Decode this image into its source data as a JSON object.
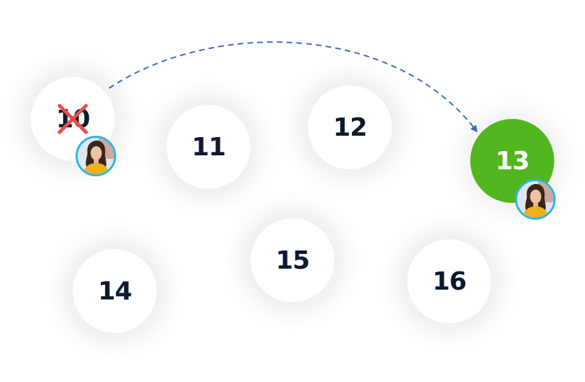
{
  "diagram": {
    "connector": {
      "from": "10",
      "to": "13",
      "style": "dashed",
      "color": "#3a6ac0"
    },
    "nodes": [
      {
        "id": "n10",
        "label": "10",
        "state": "crossed-out",
        "avatar": true
      },
      {
        "id": "n11",
        "label": "11",
        "state": "default",
        "avatar": false
      },
      {
        "id": "n12",
        "label": "12",
        "state": "default",
        "avatar": false
      },
      {
        "id": "n13",
        "label": "13",
        "state": "active",
        "avatar": true
      },
      {
        "id": "n14",
        "label": "14",
        "state": "default",
        "avatar": false
      },
      {
        "id": "n15",
        "label": "15",
        "state": "default",
        "avatar": false
      },
      {
        "id": "n16",
        "label": "16",
        "state": "default",
        "avatar": false
      }
    ],
    "colors": {
      "active_fill": "#52b61e",
      "default_fill": "#ffffff",
      "number_text": "#0c1a2e",
      "cross": "#ee4b4b",
      "avatar_ring": "#2db4e6"
    },
    "icons": {
      "cross": "cross-icon",
      "avatar": "user-avatar"
    }
  }
}
